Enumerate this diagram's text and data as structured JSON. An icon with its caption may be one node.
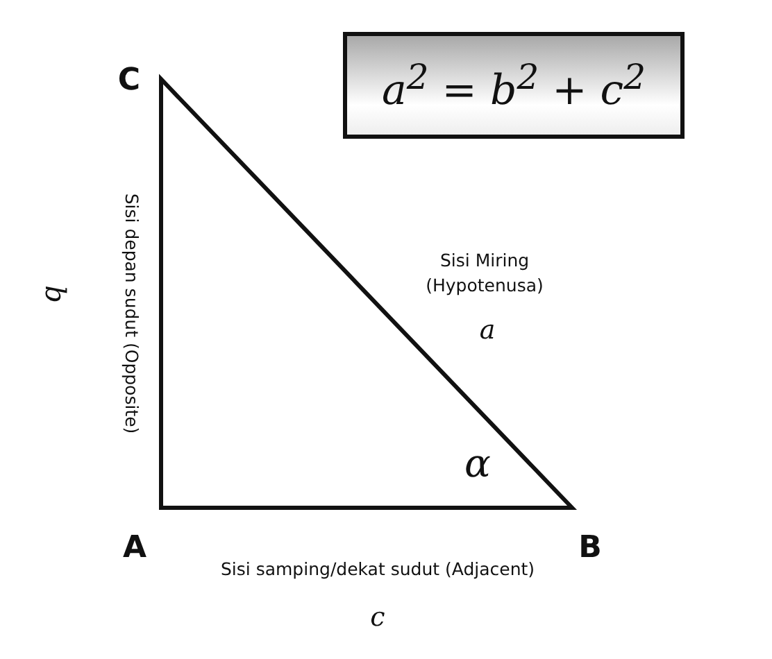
{
  "diagram": {
    "nodes": [
      {
        "text": [
          "a$^{2}$ = b$^{2}$ + c$^{2}$"
        ]
      }
    ],
    "labels": [
      "C",
      "b",
      "Sisi depan sudut (Opposite)",
      "Sisi Miring (Hypotenusa)",
      "a",
      "α",
      "A",
      "B",
      "Sisi samping/dekat sudut (Adjacent)",
      "c"
    ]
  }
}
